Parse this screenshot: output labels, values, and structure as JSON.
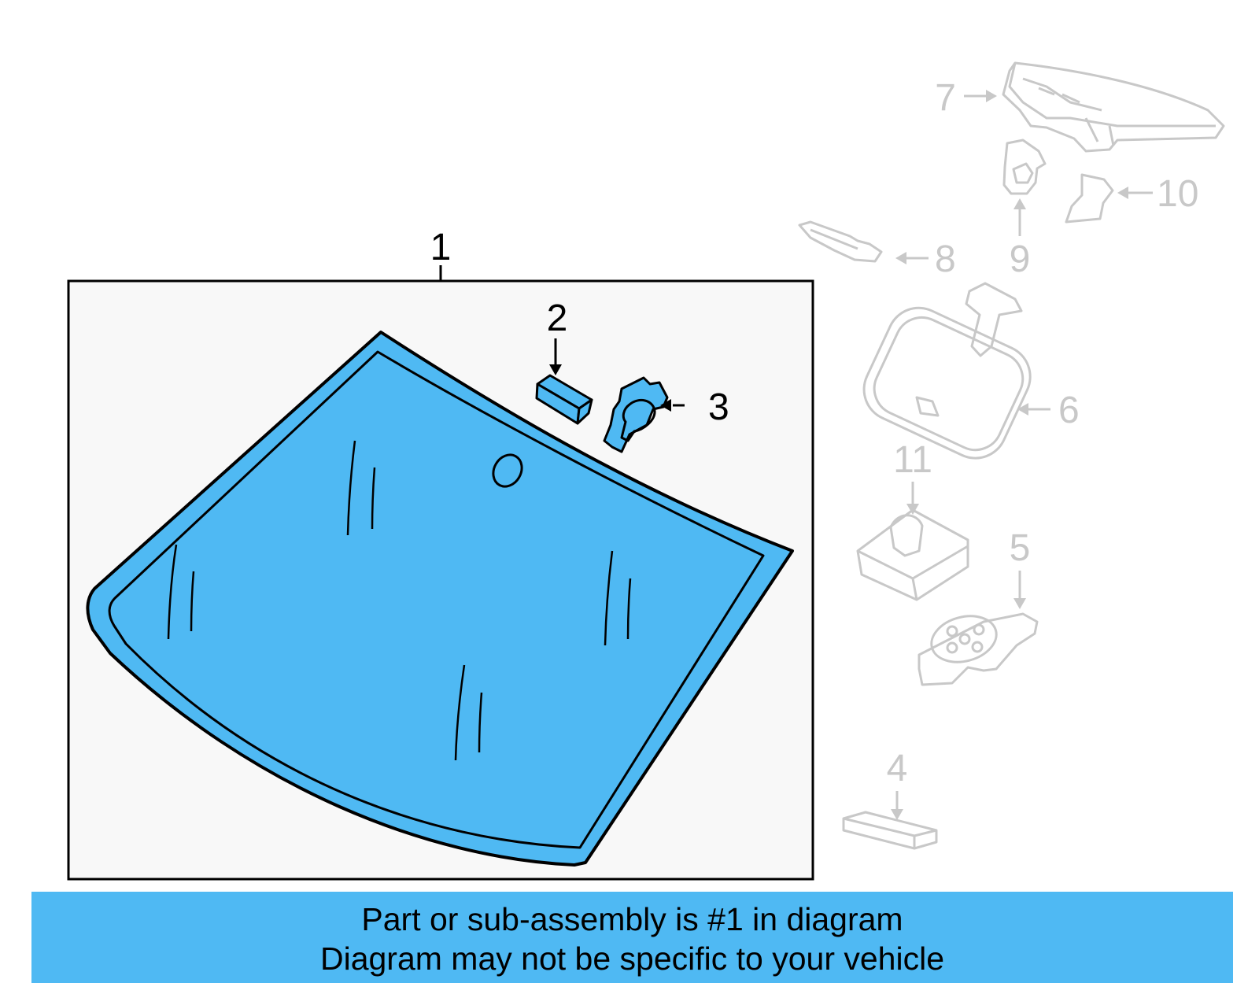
{
  "callouts": {
    "c1": "1",
    "c2": "2",
    "c3": "3",
    "c4": "4",
    "c5": "5",
    "c6": "6",
    "c7": "7",
    "c8": "8",
    "c9": "9",
    "c10": "10",
    "c11": "11"
  },
  "banner": {
    "line1": "Part or sub-assembly is #1 in diagram",
    "line2": "Diagram may not be specific to your vehicle"
  },
  "colors": {
    "highlight": "#4fb9f3",
    "outline_active": "#000000",
    "outline_faded": "#c8c8c8",
    "frame_background": "#f8f8f8"
  }
}
